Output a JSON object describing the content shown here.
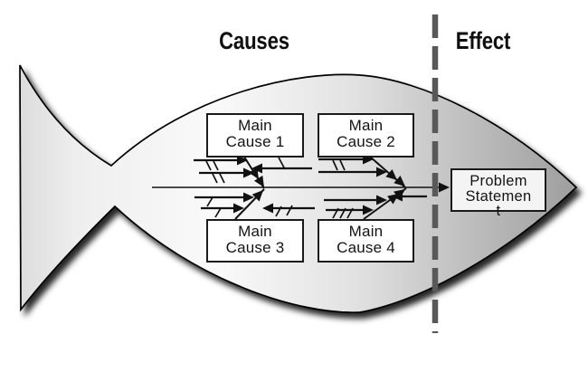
{
  "sections": {
    "causes_label": "Causes",
    "effect_label": "Effect",
    "divider_style": "dashed"
  },
  "main_causes": [
    {
      "label": "Main Cause 1",
      "lines": [
        "Main",
        "Cause 1"
      ],
      "position": "top-left"
    },
    {
      "label": "Main Cause 2",
      "lines": [
        "Main",
        "Cause 2"
      ],
      "position": "top-right"
    },
    {
      "label": "Main Cause 3",
      "lines": [
        "Main",
        "Cause 3"
      ],
      "position": "bottom-left"
    },
    {
      "label": "Main Cause 4",
      "lines": [
        "Main",
        "Cause 4"
      ],
      "position": "bottom-right"
    }
  ],
  "problem_statement": {
    "label": "Problem Statement",
    "lines": [
      "Problem",
      "Statemen",
      "t"
    ]
  },
  "colors": {
    "background": "#ffffff",
    "divider_gray": "#58595b",
    "outline_black": "#000000",
    "box_border": "#1a1a1a",
    "cause_box_fill": "#ffffff",
    "problem_box_fill": "#f4f4f4",
    "text": "#141414",
    "fish_gradient": [
      "#dcdcdc",
      "#eeeeee",
      "#fafafa",
      "#e2e2e2",
      "#bfbfbf",
      "#9e9e9e"
    ]
  }
}
